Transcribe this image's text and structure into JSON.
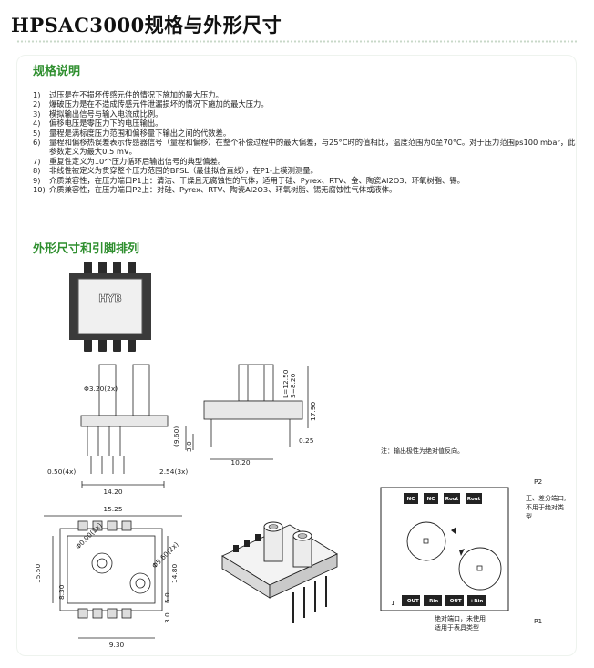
{
  "page": {
    "title": "HPSAC3000规格与外形尺寸",
    "sections": {
      "spec": "规格说明",
      "outline": "外形尺寸和引脚排列"
    }
  },
  "notes": [
    {
      "num": "1)",
      "text": "过压是在不损坏传感元件的情况下施加的最大压力。"
    },
    {
      "num": "2)",
      "text": "爆破压力是在不造成传感元件泄漏损坏的情况下施加的最大压力。"
    },
    {
      "num": "3)",
      "text": "模拟输出信号与输入电流成比例。"
    },
    {
      "num": "4)",
      "text": "偏移电压是零压力下的电压输出。"
    },
    {
      "num": "5)",
      "text": "量程是满标度压力范围和偏移量下输出之间的代数差。"
    },
    {
      "num": "6)",
      "text": "量程和偏移热误差表示传感器信号（量程和偏移）在整个补偿过程中的最大偏差，与25°C时的值相比，温度范围为0至70°C。对于压力范围ps100 mbar，此参数定义为最大0.5 mV。"
    },
    {
      "num": "7)",
      "text": "重复性定义为10个压力循环后输出信号的典型偏差。"
    },
    {
      "num": "8)",
      "text": "非线性被定义为贯穿整个压力范围的BFSL（最佳拟合直线），在P1-上模测测量。"
    },
    {
      "num": "9)",
      "text": "介质兼容性，在压力端口P1上：清洁、干燥且无腐蚀性的气体，适用于硅、Pyrex、RTV、金、陶瓷Al2O3、环氧树脂、锡。"
    },
    {
      "num": "10)",
      "text": "介质兼容性，在压力端口P2上：对硅、Pyrex、RTV、陶瓷Al2O3、环氧树脂、锡无腐蚀性气体或液体。"
    }
  ],
  "drawing": {
    "logo": "HYB",
    "dims": {
      "tube_dia": "Φ3.20(2x)",
      "l_len": "L=12.50",
      "s_len": "S=8.20",
      "height": "17.90",
      "h960": "(9.60)",
      "h30": "3.0",
      "w1020": "10.20",
      "t025": "0.25",
      "p050": "0.50(4x)",
      "p254": "2.54(3x)",
      "w1420": "14.20",
      "w1525": "15.25",
      "d090": "Φ0.90(2x)",
      "d560": "Φ5.60(2x)",
      "h1550": "15.50",
      "h1480": "14.80",
      "h830": "8.30",
      "h50": "5.0",
      "h30b": "3.0",
      "w930": "9.30"
    },
    "note_text": "注：输出极性为绝对值反向。",
    "p2_label": "P2",
    "p2_note": [
      "正、差分端口,",
      "不用于绝对类",
      "型"
    ],
    "p1_label": "P1",
    "p1_note": [
      "绝对端口，未使用",
      "适用于表具类型"
    ],
    "pin1": "1",
    "top_pins": [
      "NC",
      "NC",
      "Rout",
      "Rout"
    ],
    "bottom_pins": [
      "+OUT",
      "-Rin",
      "-OUT",
      "+Rin"
    ]
  }
}
